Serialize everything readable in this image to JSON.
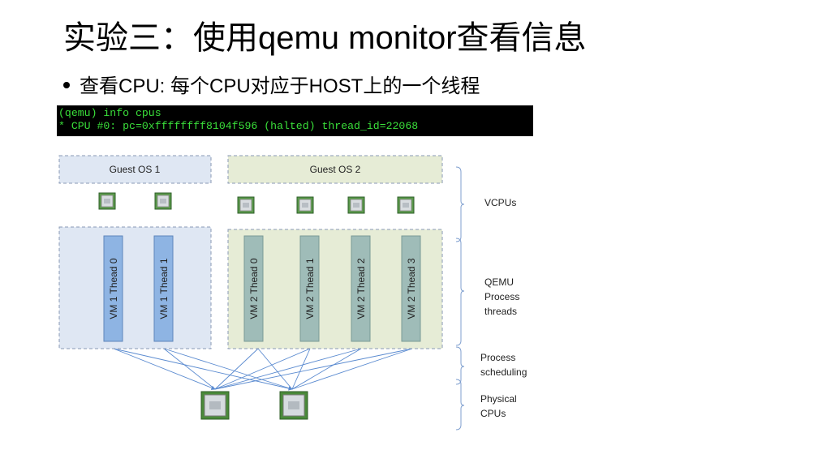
{
  "title": "实验三：使用qemu monitor查看信息",
  "bullet": "查看CPU: 每个CPU对应于HOST上的一个线程",
  "terminal": {
    "line1": "(qemu) info cpus",
    "line2": "* CPU #0: pc=0xffffffff8104f596 (halted) thread_id=22068"
  },
  "diagram": {
    "guest1": "Guest OS 1",
    "guest2": "Guest OS 2",
    "vm1_threads": [
      "VM 1  Thead 0",
      "VM 1  Thead 1"
    ],
    "vm2_threads": [
      "VM 2  Thead 0",
      "VM 2  Thead 1",
      "VM 2  Thead 2",
      "VM 2  Thead 3"
    ],
    "labels": {
      "vcpus": "VCPUs",
      "qemu": [
        "QEMU",
        "Process",
        "threads"
      ],
      "scheduling": [
        "Process",
        "scheduling"
      ],
      "physical": [
        "Physical",
        "CPUs"
      ]
    },
    "colors": {
      "guest1_fill": "#dfe7f3",
      "guest2_fill": "#e6ecd6",
      "vm1_thread_fill": "#8eb4e3",
      "vm2_thread_fill": "#9fbcb8",
      "line_color": "#5b8bd0",
      "chip_green": "#4a8a3a"
    }
  }
}
